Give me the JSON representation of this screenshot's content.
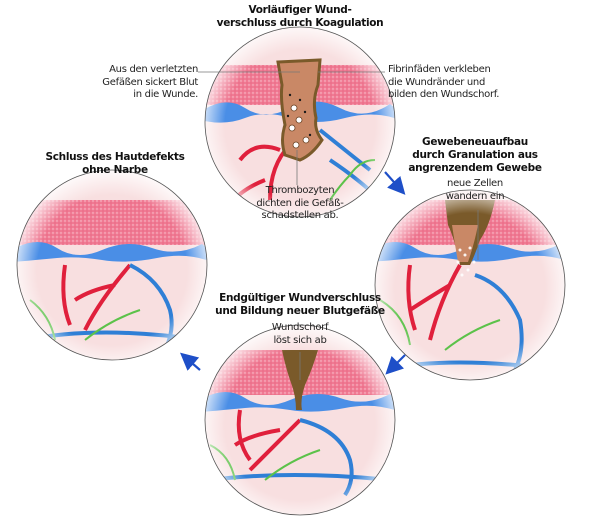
{
  "stages": [
    {
      "title_line1": "Vorläufiger Wund-",
      "title_line2": "verschluss durch Koagulation",
      "notes": {
        "left": [
          "Aus den verletzten",
          "Gefäßen sickert Blut",
          "in die Wunde."
        ],
        "right": [
          "Fibrinfäden verkleben",
          "die Wundränder und",
          "bilden den Wundschorf."
        ],
        "bottom": [
          "Thrombozyten",
          "dichten die Gefäß-",
          "schadstellen ab."
        ]
      }
    },
    {
      "title_line1": "Gewebeneuaufbau",
      "title_line2": "durch Granulation aus",
      "title_line3": "angrenzendem Gewebe",
      "notes": {
        "top": [
          "neue Zellen",
          "wandern ein"
        ]
      }
    },
    {
      "title_line1": "Endgültiger Wundverschluss",
      "title_line2": "und Bildung neuer Blutgefäße",
      "notes": {
        "top": [
          "Wundschorf",
          "löst sich ab"
        ]
      }
    },
    {
      "title_line1": "Schluss des Hautdefekts",
      "title_line2": "ohne Narbe"
    }
  ],
  "colors": {
    "arrow": "#1e4fc8",
    "epidermis": "#e8587a",
    "dermis": "#f6d3d6",
    "basal_layer": "#4a8ee6",
    "artery": "#e0203c",
    "vein": "#2f7fd6",
    "nerve": "#5cc24a",
    "scab": "#7a5a2a",
    "clot": "#c98866"
  }
}
